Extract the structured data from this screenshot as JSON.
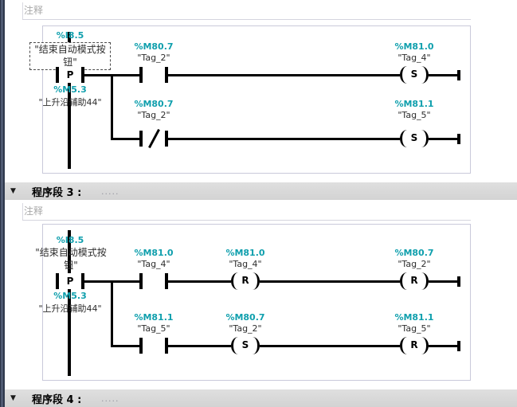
{
  "palette": {
    "address_color": "#0f9fad",
    "name_color": "#2d2d2d",
    "comment_color": "#a9a9a9",
    "header_bg": "#d9d9d9",
    "network_border": "#c9c9da",
    "wire_color": "#000000"
  },
  "network_prev": {
    "comment_placeholder": "注释",
    "rung1": {
      "edge": {
        "address": "%I8.5",
        "name": "\"结束自动模式按钮\"",
        "modifier": "P",
        "sub_address": "%M5.3",
        "sub_name": "\"上升沿辅助44\""
      },
      "contact": {
        "address": "%M80.7",
        "name": "\"Tag_2\""
      },
      "coil": {
        "address": "%M81.0",
        "name": "\"Tag_4\"",
        "symbol": "S"
      }
    },
    "rung2": {
      "contact": {
        "address": "%M80.7",
        "name": "\"Tag_2\""
      },
      "coil": {
        "address": "%M81.1",
        "name": "\"Tag_5\"",
        "symbol": "S"
      }
    }
  },
  "network3": {
    "header": {
      "collapse_glyph": "▼",
      "title": "程序段 3 :",
      "dots": "....."
    },
    "comment_placeholder": "注释",
    "rung1": {
      "edge": {
        "address": "%I8.5",
        "name": "\"结束自动模式按钮\"",
        "modifier": "P",
        "sub_address": "%M5.3",
        "sub_name": "\"上升沿辅助44\""
      },
      "contact": {
        "address": "%M81.0",
        "name": "\"Tag_4\""
      },
      "coil1": {
        "address": "%M81.0",
        "name": "\"Tag_4\"",
        "symbol": "R"
      },
      "coil2": {
        "address": "%M80.7",
        "name": "\"Tag_2\"",
        "symbol": "R"
      }
    },
    "rung2": {
      "contact": {
        "address": "%M81.1",
        "name": "\"Tag_5\""
      },
      "coil1": {
        "address": "%M80.7",
        "name": "\"Tag_2\"",
        "symbol": "S"
      },
      "coil2": {
        "address": "%M81.1",
        "name": "\"Tag_5\"",
        "symbol": "R"
      }
    }
  },
  "network4": {
    "header": {
      "collapse_glyph": "▼",
      "title": "程序段 4 :",
      "dots": "....."
    }
  }
}
